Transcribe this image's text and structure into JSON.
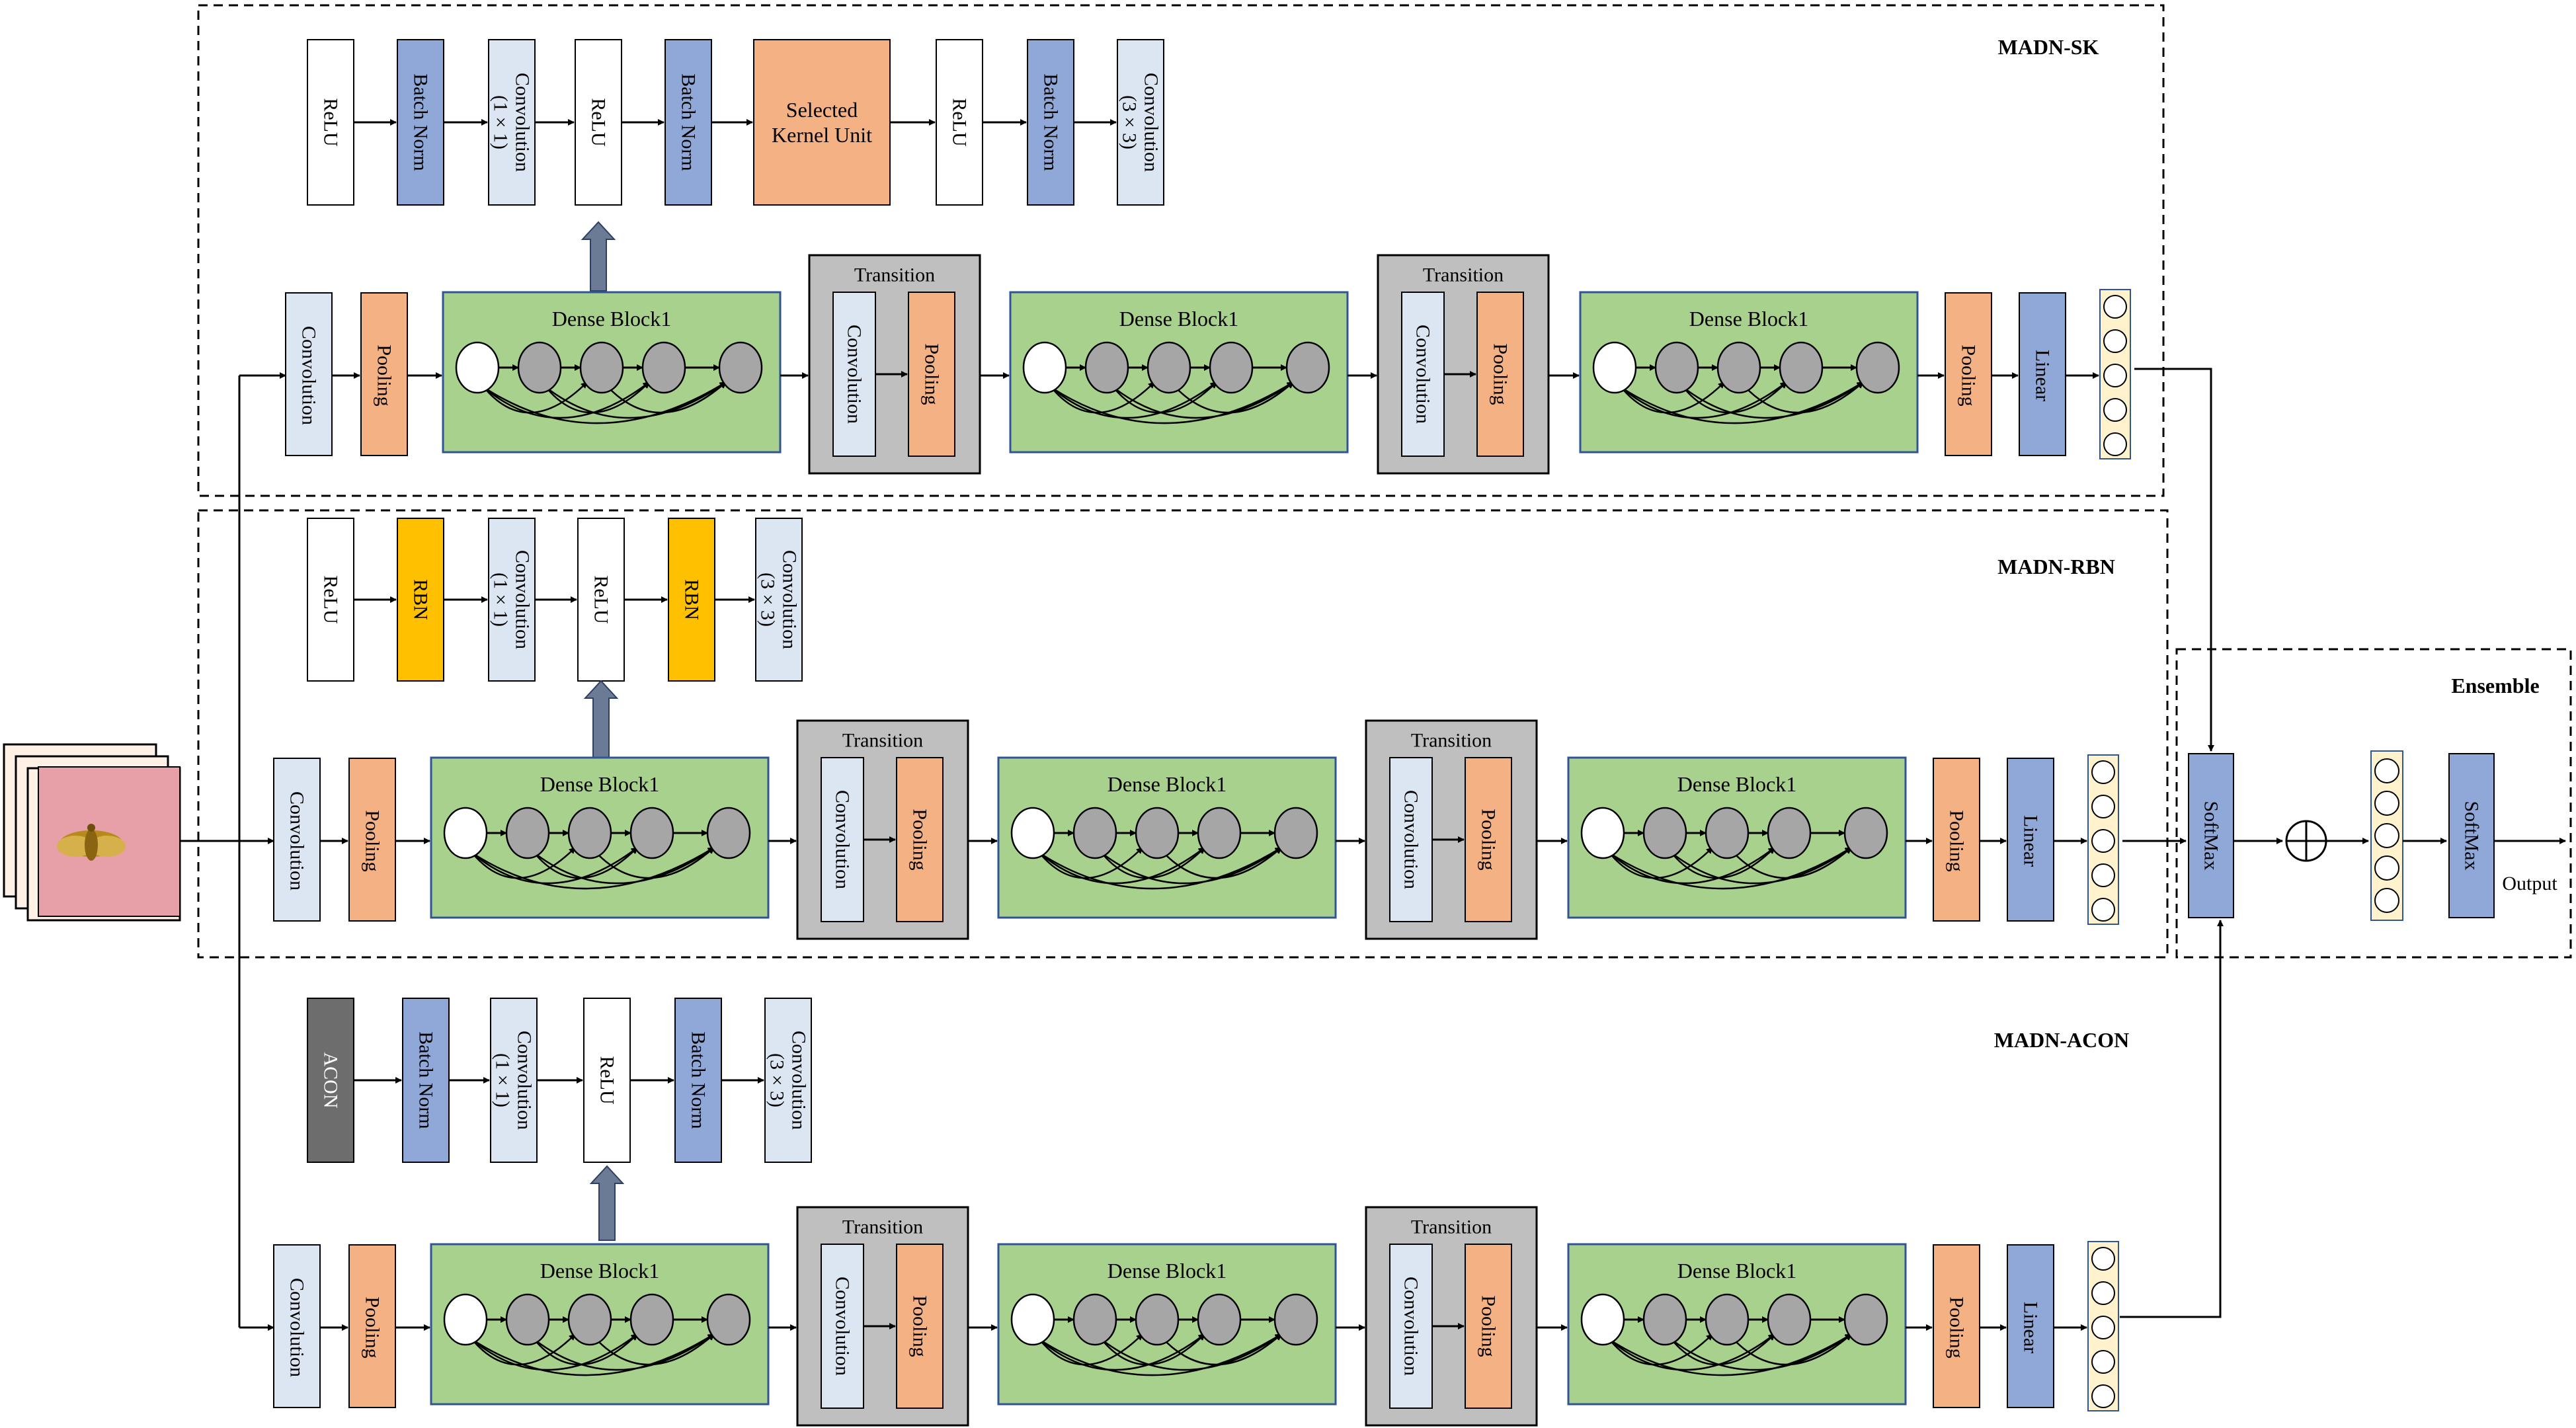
{
  "colors": {
    "white_box": "#ffffff",
    "batch_norm": "#8fa8d8",
    "conv": "#dce6f2",
    "pooling": "#f4b183",
    "selected_kernel": "#f4b183",
    "rbn": "#ffc000",
    "acon": "#6d6d6d",
    "dense_block": "#a9d18e",
    "transition": "#bfbfbf",
    "linear": "#8fa8d8",
    "softmax": "#8fa8d8",
    "node_gray": "#a6a6a6",
    "upward_arrow": "#6b7b96",
    "input_pink": "#e8a0a8"
  },
  "sections": {
    "sk": {
      "title": "MADN-SK"
    },
    "rbn": {
      "title": "MADN-RBN"
    },
    "acon": {
      "title": "MADN-ACON"
    },
    "ensemble": {
      "title": "Ensemble"
    }
  },
  "sk_sequence": [
    {
      "label": "ReLU",
      "type": "relu",
      "vertical": true
    },
    {
      "label": "Batch Norm",
      "type": "bn",
      "vertical": true
    },
    {
      "label": "Convolution (1 × 1)",
      "type": "conv",
      "vertical": true
    },
    {
      "label": "ReLU",
      "type": "relu",
      "vertical": true
    },
    {
      "label": "Batch Norm",
      "type": "bn",
      "vertical": true
    },
    {
      "label": "Selected Kernel Unit",
      "type": "sk",
      "vertical": false
    },
    {
      "label": "ReLU",
      "type": "relu",
      "vertical": true
    },
    {
      "label": "Batch Norm",
      "type": "bn",
      "vertical": true
    },
    {
      "label": "Convolution (3 × 3)",
      "type": "conv",
      "vertical": true
    }
  ],
  "rbn_sequence": [
    {
      "label": "ReLU",
      "type": "relu",
      "vertical": true
    },
    {
      "label": "RBN",
      "type": "rbn",
      "vertical": true
    },
    {
      "label": "Convolution (1 × 1)",
      "type": "conv",
      "vertical": true
    },
    {
      "label": "ReLU",
      "type": "relu",
      "vertical": true
    },
    {
      "label": "RBN",
      "type": "rbn",
      "vertical": true
    },
    {
      "label": "Convolution (3 × 3)",
      "type": "conv",
      "vertical": true
    }
  ],
  "acon_sequence": [
    {
      "label": "ACON",
      "type": "acon",
      "vertical": true
    },
    {
      "label": "Batch Norm",
      "type": "bn",
      "vertical": true
    },
    {
      "label": "Convolution (1 × 1)",
      "type": "conv",
      "vertical": true
    },
    {
      "label": "ReLU",
      "type": "relu",
      "vertical": true
    },
    {
      "label": "Batch Norm",
      "type": "bn",
      "vertical": true
    },
    {
      "label": "Convolution (3 × 3)",
      "type": "conv",
      "vertical": true
    }
  ],
  "pipeline": {
    "convolution": "Convolution",
    "pooling": "Pooling",
    "dense_block": "Dense Block1",
    "transition": "Transition",
    "linear": "Linear"
  },
  "ensemble": {
    "softmax1": "SoftMax",
    "plus": "⊕",
    "softmax2": "SoftMax",
    "output": "Output"
  }
}
